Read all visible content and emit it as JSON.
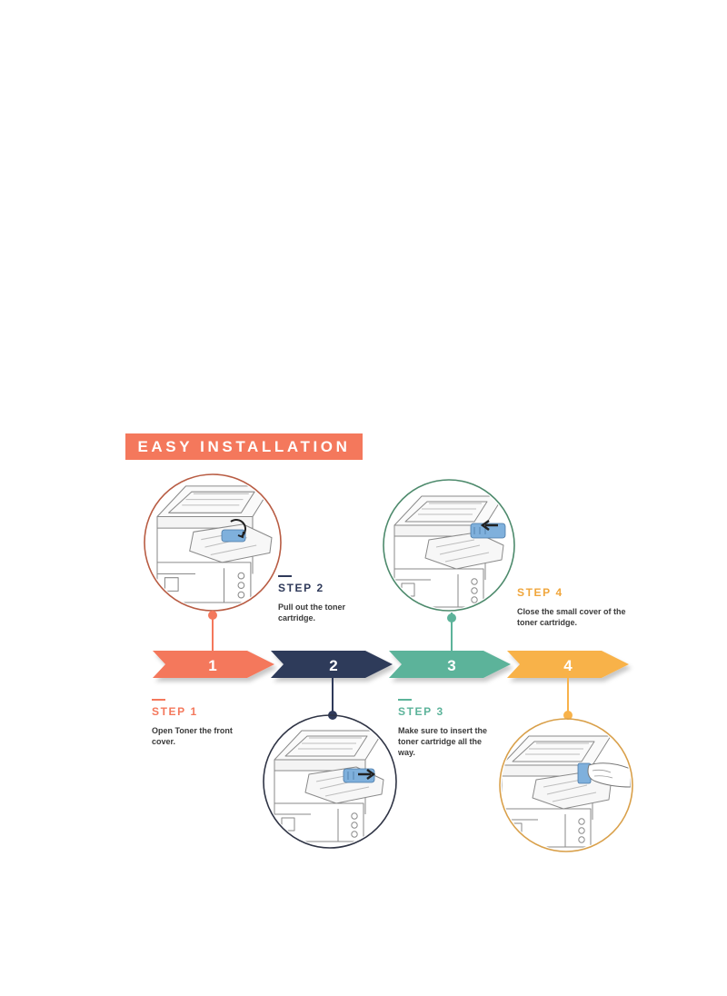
{
  "banner": {
    "title": "EASY INSTALLATION"
  },
  "steps": [
    {
      "number": "1",
      "title": "STEP 1",
      "description": "Open Toner the front cover."
    },
    {
      "number": "2",
      "title": "STEP 2",
      "description": "Pull out the toner cartridge."
    },
    {
      "number": "3",
      "title": "STEP 3",
      "description": "Make sure to insert the toner cartridge all the way."
    },
    {
      "number": "4",
      "title": "STEP 4",
      "description": "Close the small cover of the toner cartridge."
    }
  ],
  "colors": {
    "step1": "#f4785c",
    "step1_ring": "#b85c43",
    "step2": "#2f3a5a",
    "step2_ring": "#2f3445",
    "step3": "#5cb39a",
    "step3_ring": "#4d8a6c",
    "step4": "#f8b24a",
    "step4_ring": "#d9a04a",
    "cartridge": "#7fb0dc",
    "printer_line": "#8a8a8a"
  },
  "icons": [
    "printer-illustration",
    "toner-cartridge-icon",
    "arrow-icon",
    "hand-icon"
  ]
}
